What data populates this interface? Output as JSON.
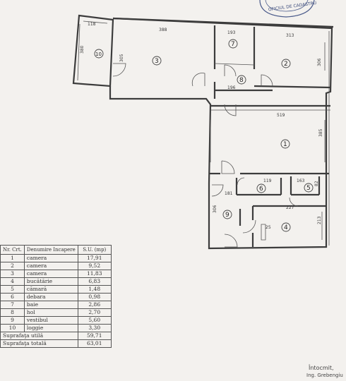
{
  "dimensions": {
    "d118": "118",
    "d388": "388",
    "d193": "193",
    "d313": "313",
    "d380": "380",
    "d305": "305",
    "d306": "306",
    "d196": "196",
    "d519": "519",
    "d385": "385",
    "d119": "119",
    "d163": "163",
    "d181": "181",
    "d227": "227",
    "d306b": "306",
    "d25": "25",
    "d213": "213",
    "d82": "82"
  },
  "rooms": [
    "1",
    "2",
    "3",
    "4",
    "5",
    "6",
    "7",
    "8",
    "9",
    "10"
  ],
  "legend": {
    "headers": [
      "Nr. Crt.",
      "Denumire Incapere",
      "S.U. (mp)"
    ],
    "rows": [
      {
        "nr": "1",
        "name": "camera",
        "area": "17,91"
      },
      {
        "nr": "2",
        "name": "camera",
        "area": "9,52"
      },
      {
        "nr": "3",
        "name": "camera",
        "area": "11,83"
      },
      {
        "nr": "4",
        "name": "bucătărie",
        "area": "6,83"
      },
      {
        "nr": "5",
        "name": "cămară",
        "area": "1,48"
      },
      {
        "nr": "6",
        "name": "debara",
        "area": "0,98"
      },
      {
        "nr": "7",
        "name": "baie",
        "area": "2,86"
      },
      {
        "nr": "8",
        "name": "hol",
        "area": "2,70"
      },
      {
        "nr": "9",
        "name": "vestibul",
        "area": "5,60"
      },
      {
        "nr": "10",
        "name": "loggie",
        "area": "3,30"
      }
    ],
    "useful_label": "Suprafaţa utilă",
    "useful_value": "59,71",
    "total_label": "Suprafaţa totală",
    "total_value": "63,01"
  },
  "signature": {
    "line1": "Întocmit,",
    "line2": "Ing. Grebengiu"
  },
  "stamp": {
    "text": "OFICIUL DE CADASTRU"
  }
}
